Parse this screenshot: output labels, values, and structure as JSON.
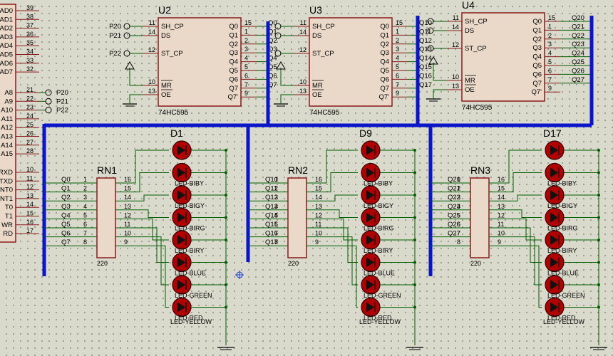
{
  "mcu": {
    "port_pins": [
      {
        "num": "39",
        "name": "AD0"
      },
      {
        "num": "38",
        "name": "AD1"
      },
      {
        "num": "37",
        "name": "AD2"
      },
      {
        "num": "36",
        "name": "AD3"
      },
      {
        "num": "35",
        "name": "AD4"
      },
      {
        "num": "34",
        "name": "AD5"
      },
      {
        "num": "33",
        "name": "AD6"
      },
      {
        "num": "32",
        "name": "AD7"
      }
    ],
    "p2_pins": [
      {
        "num": "21",
        "name": "A8",
        "net": "P20"
      },
      {
        "num": "22",
        "name": "A9",
        "net": "P21"
      },
      {
        "num": "23",
        "name": "A10",
        "net": "P22"
      },
      {
        "num": "24",
        "name": "A11",
        "net": ""
      },
      {
        "num": "25",
        "name": "A12",
        "net": ""
      },
      {
        "num": "26",
        "name": "A13",
        "net": ""
      },
      {
        "num": "27",
        "name": "A14",
        "net": ""
      },
      {
        "num": "28",
        "name": "A15",
        "net": ""
      }
    ],
    "p3_pins": [
      {
        "num": "10",
        "name": "RXD"
      },
      {
        "num": "11",
        "name": "TXD"
      },
      {
        "num": "12",
        "name": "INT0"
      },
      {
        "num": "13",
        "name": "INT1"
      },
      {
        "num": "14",
        "name": "T0"
      },
      {
        "num": "15",
        "name": "T1"
      },
      {
        "num": "16",
        "name": "WR"
      },
      {
        "num": "17",
        "name": "RD"
      }
    ]
  },
  "shift_registers": [
    {
      "ref": "U2",
      "part": "74HC595",
      "in_nets": [
        "P20",
        "P21",
        "",
        "P22"
      ],
      "out_nets": [
        "Q0",
        "Q1",
        "Q2",
        "Q3",
        "Q4",
        "Q5",
        "Q6",
        "Q7"
      ]
    },
    {
      "ref": "U3",
      "part": "74HC595",
      "in_nets": [
        "",
        "",
        "",
        ""
      ],
      "out_nets": [
        "Q10",
        "Q11",
        "Q12",
        "Q13",
        "Q14",
        "Q15",
        "Q16",
        "Q17"
      ]
    },
    {
      "ref": "U4",
      "part": "74HC595",
      "in_nets": [
        "",
        "",
        "",
        ""
      ],
      "out_nets": [
        "Q20",
        "Q21",
        "Q22",
        "Q23",
        "Q24",
        "Q25",
        "Q26",
        "Q27"
      ]
    }
  ],
  "sr_left_pins": [
    {
      "num": "11",
      "name": "SH_CP"
    },
    {
      "num": "14",
      "name": "DS"
    },
    {
      "num": "12",
      "name": "ST_CP"
    },
    {
      "num": "10",
      "name": "MR"
    },
    {
      "num": "13",
      "name": "OE"
    }
  ],
  "sr_right_pins": [
    {
      "num": "15",
      "name": "Q0"
    },
    {
      "num": "1",
      "name": "Q1"
    },
    {
      "num": "2",
      "name": "Q2"
    },
    {
      "num": "3",
      "name": "Q3"
    },
    {
      "num": "4",
      "name": "Q4"
    },
    {
      "num": "5",
      "name": "Q5"
    },
    {
      "num": "6",
      "name": "Q6"
    },
    {
      "num": "7",
      "name": "Q7"
    },
    {
      "num": "9",
      "name": "Q7'"
    }
  ],
  "resistor_packs": [
    {
      "ref": "RN1",
      "value": "220",
      "nets": [
        "Q0",
        "Q1",
        "Q2",
        "Q3",
        "Q4",
        "Q5",
        "Q6",
        "Q7"
      ]
    },
    {
      "ref": "RN2",
      "value": "220",
      "nets": [
        "Q10",
        "Q11",
        "Q12",
        "Q13",
        "Q14",
        "Q15",
        "Q16",
        "Q17"
      ]
    },
    {
      "ref": "RN3",
      "value": "220",
      "nets": [
        "Q20",
        "Q21",
        "Q22",
        "Q23",
        "Q25",
        "Q26",
        "Q27"
      ]
    }
  ],
  "rn_left_pins": [
    "1",
    "2",
    "3",
    "4",
    "5",
    "6",
    "7",
    "8"
  ],
  "rn_right_pins": [
    "16",
    "15",
    "14",
    "13",
    "12",
    "11",
    "10",
    "9"
  ],
  "led_groups": [
    {
      "ref": "D1",
      "labels": [
        "",
        "LED-BIBY",
        "LED-BIGY",
        "LED-BIRG",
        "LED-BIRY",
        "LED-BLUE",
        "LED-GREEN",
        "LED-RED"
      ],
      "bottom": "LED-YELLOW"
    },
    {
      "ref": "D9",
      "labels": [
        "",
        "LED-BIBY",
        "LED-BIGY",
        "LED-BIRG",
        "LED-BIRY",
        "LED-BLUE",
        "LED-GREEN",
        "LED-RED"
      ],
      "bottom": "LED-YELLOW"
    },
    {
      "ref": "D17",
      "labels": [
        "",
        "LED-BIBY",
        "LED-BIGY",
        "LED-BIRG",
        "LED-BIRY",
        "LED-BLUE",
        "LED-GREEN",
        "LED-RED"
      ],
      "bottom": "LED-YELLOW"
    }
  ],
  "colors": {
    "wire": "#006000",
    "bus": "#0a14c8",
    "chip_fill": "#ead9c8",
    "chip_border": "#8a1a1a",
    "led": "#b00000",
    "background": "#d9d9cc"
  }
}
